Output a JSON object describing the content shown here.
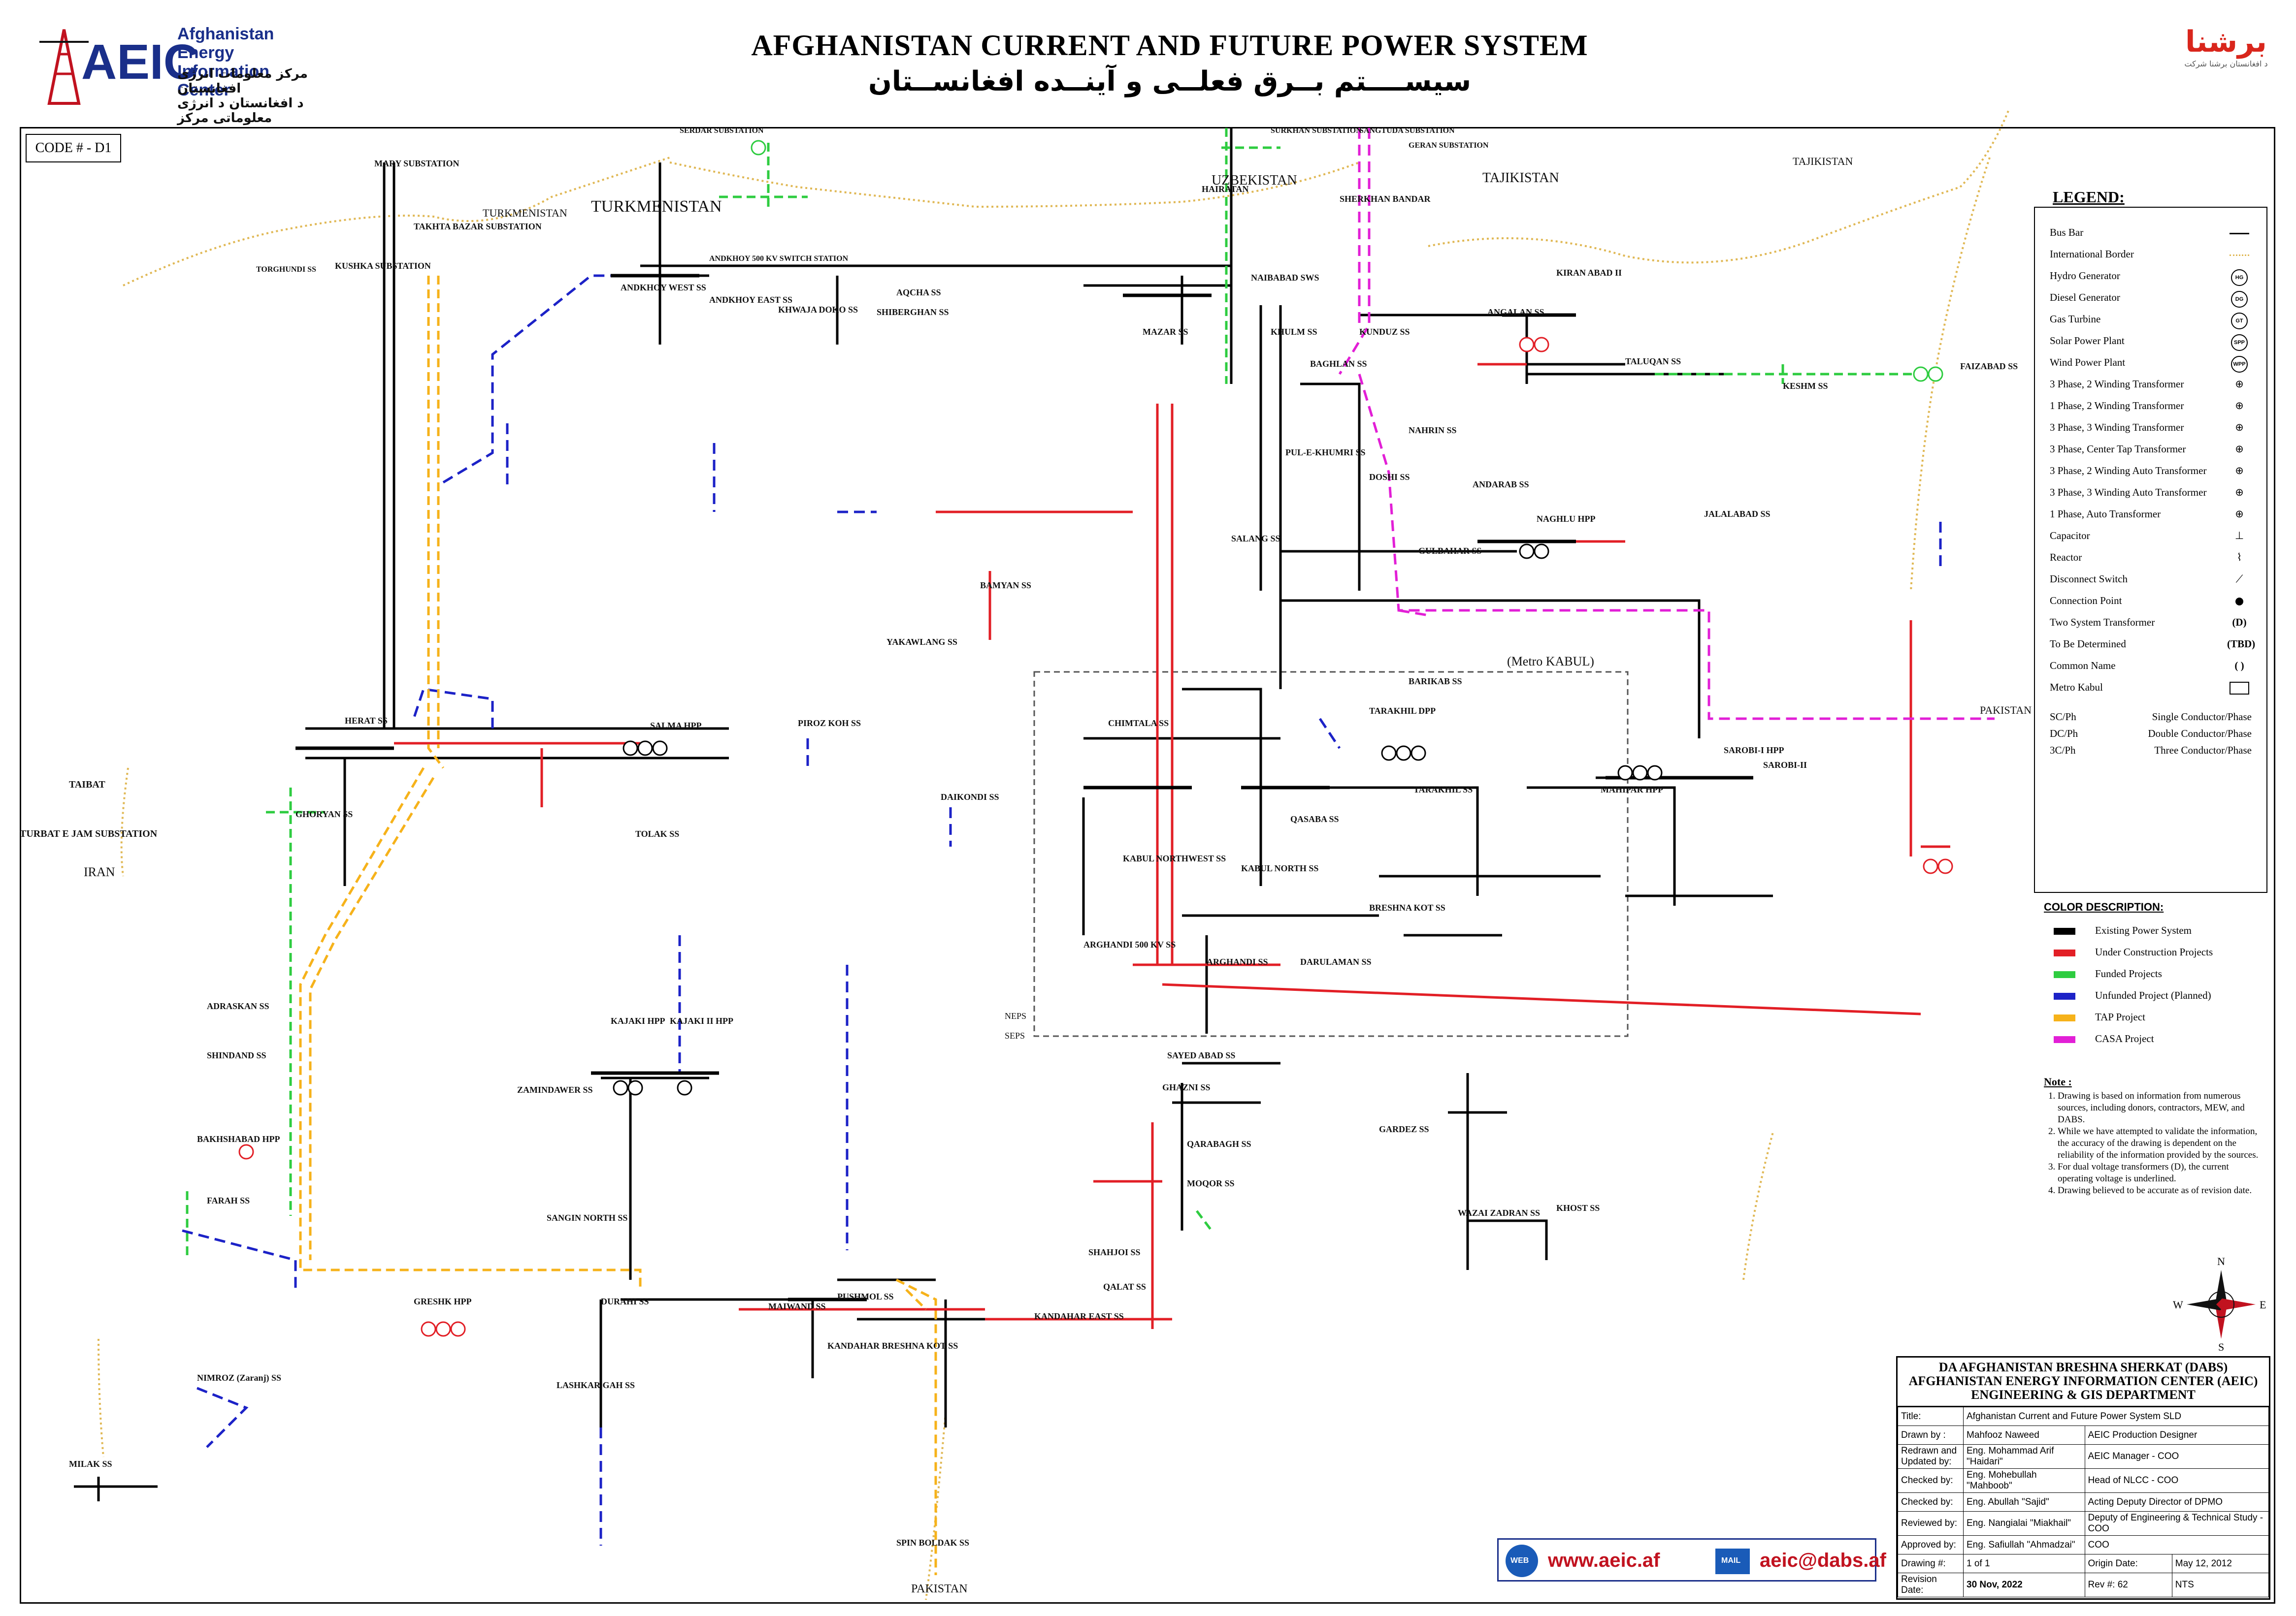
{
  "header": {
    "org_name_en_line1": "Afghanistan Energy",
    "org_name_en_line2": "Information Center",
    "org_name_fa_line1": "مرکز معلومات انرژی افغانستان",
    "org_name_fa_line2": "د افغانستان د انرژی معلوماتی مرکز",
    "title_en": "AFGHANISTAN CURRENT AND FUTURE POWER SYSTEM",
    "title_fa": "سیســــتم بــرق فعلــی و آینــده افغانســتان",
    "right_logo_fa": "برشنا",
    "right_logo_sub": "د افغانستان برشنا شرکت"
  },
  "code": "CODE # - D1",
  "colors": {
    "existing": "#000000",
    "under_construction": "#e21f26",
    "funded": "#2ecc40",
    "unfunded": "#1c22c7",
    "tap": "#f6b21a",
    "casa": "#e21fd6",
    "border": "#e0b855"
  },
  "legend": {
    "title": "LEGEND:",
    "items": [
      {
        "label": "Bus Bar",
        "icon": "bus-bar"
      },
      {
        "label": "International Border",
        "icon": "international-border"
      },
      {
        "label": "Hydro Generator",
        "icon": "hydro-generator",
        "abbr": "HG"
      },
      {
        "label": "Diesel Generator",
        "icon": "diesel-generator",
        "abbr": "DG"
      },
      {
        "label": "Gas Turbine",
        "icon": "gas-turbine",
        "abbr": "GT"
      },
      {
        "label": "Solar Power Plant",
        "icon": "solar-plant",
        "abbr": "SPP"
      },
      {
        "label": "Wind Power Plant",
        "icon": "wind-plant",
        "abbr": "WPP"
      },
      {
        "label": "3 Phase, 2 Winding Transformer",
        "icon": "transformer-3ph-2w"
      },
      {
        "label": "1 Phase, 2 Winding Transformer",
        "icon": "transformer-1ph-2w"
      },
      {
        "label": "3 Phase, 3 Winding Transformer",
        "icon": "transformer-3ph-3w"
      },
      {
        "label": "3 Phase, Center Tap Transformer",
        "icon": "transformer-center-tap"
      },
      {
        "label": "3 Phase, 2 Winding Auto Transformer",
        "icon": "auto-transformer-2w"
      },
      {
        "label": "3 Phase, 3 Winding Auto Transformer",
        "icon": "auto-transformer-3w"
      },
      {
        "label": "1 Phase, Auto Transformer",
        "icon": "auto-transformer-1ph"
      },
      {
        "label": "Capacitor",
        "icon": "capacitor"
      },
      {
        "label": "Reactor",
        "icon": "reactor"
      },
      {
        "label": "Disconnect Switch",
        "icon": "disconnect-switch"
      },
      {
        "label": "Connection Point",
        "icon": "connection-point"
      },
      {
        "label": "Two System Transformer",
        "symbol": "(D)"
      },
      {
        "label": "To Be Determined",
        "symbol": "(TBD)"
      },
      {
        "label": "Common Name",
        "symbol": "(   )"
      },
      {
        "label": "Metro Kabul",
        "icon": "metro-kabul-box"
      }
    ],
    "phases": [
      {
        "abbr": "SC/Ph",
        "desc": "Single Conductor/Phase"
      },
      {
        "abbr": "DC/Ph",
        "desc": "Double Conductor/Phase"
      },
      {
        "abbr": "3C/Ph",
        "desc": "Three Conductor/Phase"
      }
    ]
  },
  "color_description": {
    "title": "COLOR DESCRIPTION:",
    "items": [
      {
        "label": "Existing Power System",
        "color": "#000000"
      },
      {
        "label": "Under Construction Projects",
        "color": "#e21f26"
      },
      {
        "label": "Funded Projects",
        "color": "#2ecc40"
      },
      {
        "label": "Unfunded Project (Planned)",
        "color": "#1c22c7"
      },
      {
        "label": "TAP Project",
        "color": "#f6b21a"
      },
      {
        "label": "CASA Project",
        "color": "#e21fd6"
      }
    ]
  },
  "notes": {
    "title": "Note :",
    "items": [
      "Drawing is based on information from numerous sources, including donors, contractors, MEW, and DABS.",
      "While we have attempted to validate the information, the accuracy of the drawing is dependent on the reliability of the information provided by the sources.",
      "For dual voltage transformers (D), the current operating voltage is underlined.",
      "Drawing believed to be accurate as of revision date."
    ]
  },
  "title_block": {
    "org1": "DA AFGHANISTAN BRESHNA SHERKAT (DABS)",
    "org2": "AFGHANISTAN ENERGY INFORMATION CENTER (AEIC)",
    "org3": "ENGINEERING & GIS DEPARTMENT",
    "title_label": "Title:",
    "title_value": "Afghanistan Current and Future Power System SLD",
    "rows": [
      {
        "label": "Drawn by :",
        "name": "Mahfooz Naweed",
        "role": "AEIC Production Designer"
      },
      {
        "label": "Redrawn and Updated by:",
        "name": "Eng. Mohammad Arif \"Haidari\"",
        "role": "AEIC Manager - COO"
      },
      {
        "label": "Checked by:",
        "name": "Eng. Mohebullah \"Mahboob\"",
        "role": "Head of NLCC - COO"
      },
      {
        "label": "Checked by:",
        "name": "Eng. Abullah \"Sajid\"",
        "role": "Acting Deputy Director of DPMO"
      },
      {
        "label": "Reviewed by:",
        "name": "Eng. Nangialai \"Miakhail\"",
        "role": "Deputy of Engineering & Technical Study - COO"
      },
      {
        "label": "Approved by:",
        "name": "Eng. Safiullah \"Ahmadzai\"",
        "role": "COO"
      }
    ],
    "drawing_label": "Drawing #:",
    "drawing_value": "1 of 1",
    "origin_label": "Origin Date:",
    "origin_value": "May 12, 2012",
    "revision_label": "Revision Date:",
    "revision_value": "30 Nov, 2022",
    "rev_label": "Rev #:",
    "rev_value": "62",
    "scale": "NTS"
  },
  "contact": {
    "web": "www.aeic.af",
    "email": "aeic@dabs.af",
    "web_badge": "WEB",
    "mail_badge": "MAIL"
  },
  "compass": {
    "n": "N",
    "s": "S",
    "e": "E",
    "w": "W"
  },
  "countries": [
    "TURKMENISTAN",
    "UZBEKISTAN",
    "TAJIKISTAN",
    "IRAN",
    "PAKISTAN"
  ],
  "map_labels": [
    {
      "text": "TURKMENISTAN",
      "kind": "country"
    },
    {
      "text": "TURKMENISTAN",
      "kind": "country"
    },
    {
      "text": "UZBEKISTAN",
      "kind": "country"
    },
    {
      "text": "TAJIKISTAN",
      "kind": "country"
    },
    {
      "text": "TAJIKISTAN",
      "kind": "country"
    },
    {
      "text": "IRAN",
      "kind": "country"
    },
    {
      "text": "PAKISTAN",
      "kind": "country"
    },
    {
      "text": "PAKISTAN",
      "kind": "country"
    },
    {
      "text": "(Metro KABUL)",
      "kind": "region"
    },
    {
      "text": "MARY SUBSTATION",
      "kind": "station"
    },
    {
      "text": "TAKHTA BAZAR SUBSTATION",
      "kind": "station"
    },
    {
      "text": "KUSHKA SUBSTATION",
      "kind": "station"
    },
    {
      "text": "SERDAR SUBSTATION",
      "kind": "station"
    },
    {
      "text": "SURKHAN SUBSTATION",
      "kind": "station"
    },
    {
      "text": "SANGTUDA SUBSTATION",
      "kind": "station"
    },
    {
      "text": "GERAN SUBSTATION",
      "kind": "station"
    },
    {
      "text": "HAIRATAN",
      "kind": "station"
    },
    {
      "text": "SHERKHAN BANDAR",
      "kind": "station"
    },
    {
      "text": "ANDKHOY WEST SS",
      "kind": "station"
    },
    {
      "text": "ANDKHOY EAST SS",
      "kind": "station"
    },
    {
      "text": "ANDKHOY 500 KV SWITCH STATION",
      "kind": "station"
    },
    {
      "text": "KHWAJA DOKO SS",
      "kind": "station"
    },
    {
      "text": "SHIBERGHAN SS",
      "kind": "station"
    },
    {
      "text": "MAZAR SS",
      "kind": "station"
    },
    {
      "text": "NAIBABAD SWS",
      "kind": "station"
    },
    {
      "text": "KUNDUZ SS",
      "kind": "station"
    },
    {
      "text": "ANGALAN SS",
      "kind": "station"
    },
    {
      "text": "KHULM SS",
      "kind": "station"
    },
    {
      "text": "AQCHA SS",
      "kind": "station"
    },
    {
      "text": "KIRAN ABAD II",
      "kind": "station"
    },
    {
      "text": "TALUQAN SS",
      "kind": "station"
    },
    {
      "text": "KESHM SS",
      "kind": "station"
    },
    {
      "text": "FAIZABAD SS",
      "kind": "station"
    },
    {
      "text": "BAGHLAN SS",
      "kind": "station"
    },
    {
      "text": "PUL-E-KHUMRI SS",
      "kind": "station"
    },
    {
      "text": "NAHRIN SS",
      "kind": "station"
    },
    {
      "text": "ANDARAB SS",
      "kind": "station"
    },
    {
      "text": "DOSHI SS",
      "kind": "station"
    },
    {
      "text": "SALANG SS",
      "kind": "station"
    },
    {
      "text": "GULBAHAR SS",
      "kind": "station"
    },
    {
      "text": "NAGHLU HPP",
      "kind": "station"
    },
    {
      "text": "SAROBI-I HPP",
      "kind": "station"
    },
    {
      "text": "SAROBI-II",
      "kind": "station"
    },
    {
      "text": "MAHIPAR HPP",
      "kind": "station"
    },
    {
      "text": "TARAKHIL DPP",
      "kind": "station"
    },
    {
      "text": "TARAKHIL SS",
      "kind": "station"
    },
    {
      "text": "CHIMTALA SS",
      "kind": "station"
    },
    {
      "text": "KABUL NORTHWEST SS",
      "kind": "station"
    },
    {
      "text": "KABUL NORTH SS",
      "kind": "station"
    },
    {
      "text": "ARGHANDI 500 KV SS",
      "kind": "station"
    },
    {
      "text": "ARGHANDI SS",
      "kind": "station"
    },
    {
      "text": "BRESHNA KOT SS",
      "kind": "station"
    },
    {
      "text": "DARULAMAN SS",
      "kind": "station"
    },
    {
      "text": "QASABA SS",
      "kind": "station"
    },
    {
      "text": "BARIKAB SS",
      "kind": "station"
    },
    {
      "text": "HERAT SS",
      "kind": "station"
    },
    {
      "text": "SALMA HPP",
      "kind": "station"
    },
    {
      "text": "PIROZ KOH SS",
      "kind": "station"
    },
    {
      "text": "TOLAK SS",
      "kind": "station"
    },
    {
      "text": "DAIKONDI SS",
      "kind": "station"
    },
    {
      "text": "BAMYAN SS",
      "kind": "station"
    },
    {
      "text": "YAKAWLANG SS",
      "kind": "station"
    },
    {
      "text": "SAYED ABAD SS",
      "kind": "station"
    },
    {
      "text": "GHAZNI SS",
      "kind": "station"
    },
    {
      "text": "QARABAGH SS",
      "kind": "station"
    },
    {
      "text": "MOQOR SS",
      "kind": "station"
    },
    {
      "text": "SHAHJOI SS",
      "kind": "station"
    },
    {
      "text": "QALAT SS",
      "kind": "station"
    },
    {
      "text": "KANDAHAR EAST SS",
      "kind": "station"
    },
    {
      "text": "KANDAHAR BRESHNA KOT SS",
      "kind": "station"
    },
    {
      "text": "KAJAKI HPP",
      "kind": "station"
    },
    {
      "text": "KAJAKI II HPP",
      "kind": "station"
    },
    {
      "text": "DURAHI SS",
      "kind": "station"
    },
    {
      "text": "MAIWAND SS",
      "kind": "station"
    },
    {
      "text": "PUSHMOL SS",
      "kind": "station"
    },
    {
      "text": "LASHKAR GAH SS",
      "kind": "station"
    },
    {
      "text": "SPIN BOLDAK SS",
      "kind": "station"
    },
    {
      "text": "GARDEZ SS",
      "kind": "station"
    },
    {
      "text": "KHOST SS",
      "kind": "station"
    },
    {
      "text": "WAZAI ZADRAN SS",
      "kind": "station"
    },
    {
      "text": "JALALABAD SS",
      "kind": "station"
    },
    {
      "text": "GHORYAN SS",
      "kind": "station"
    },
    {
      "text": "TORGHUNDI SS",
      "kind": "station"
    },
    {
      "text": "TAIBAT",
      "kind": "station"
    },
    {
      "text": "TURBAT E JAM SUBSTATION",
      "kind": "station"
    },
    {
      "text": "FARAH SS",
      "kind": "station"
    },
    {
      "text": "BAKHSHABAD HPP",
      "kind": "station"
    },
    {
      "text": "ADRASKAN SS",
      "kind": "station"
    },
    {
      "text": "SHINDAND SS",
      "kind": "station"
    },
    {
      "text": "NIMROZ (Zaranj) SS",
      "kind": "station"
    },
    {
      "text": "MILAK SS",
      "kind": "station"
    },
    {
      "text": "GRESHK HPP",
      "kind": "station"
    },
    {
      "text": "ZAMINDAWER SS",
      "kind": "station"
    },
    {
      "text": "SANGIN NORTH SS",
      "kind": "station"
    },
    {
      "text": "NEPS",
      "kind": "system"
    },
    {
      "text": "SEPS",
      "kind": "system"
    }
  ]
}
